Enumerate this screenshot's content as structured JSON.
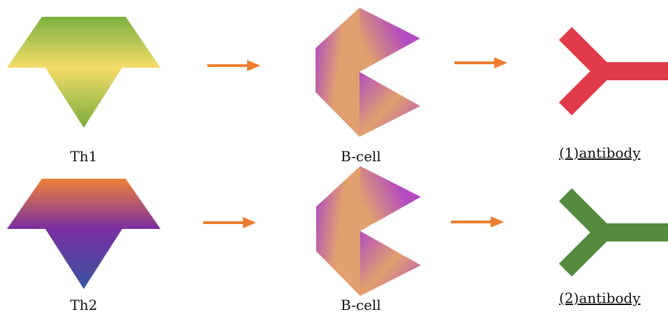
{
  "rows": [
    {
      "th_label": "Th1",
      "bcell_label": "B-cell",
      "antibody_label": "(1)antibody",
      "th_colors": {
        "top": "#7bb03f",
        "middle": "#f5dc6a",
        "bottom": "#79ad3c"
      },
      "antibody_color": "#e13a48"
    },
    {
      "th_label": "Th2",
      "bcell_label": "B-cell",
      "antibody_label": "(2)antibody",
      "th_colors": {
        "top": "#ee8136",
        "middle": "#7a2ea0",
        "bottom": "#36559f"
      },
      "antibody_color": "#558b3f"
    }
  ],
  "colors": {
    "arrow": "#ed7d31",
    "bcell_light": "#e2a06e",
    "bcell_dark": "#b34cc0"
  }
}
